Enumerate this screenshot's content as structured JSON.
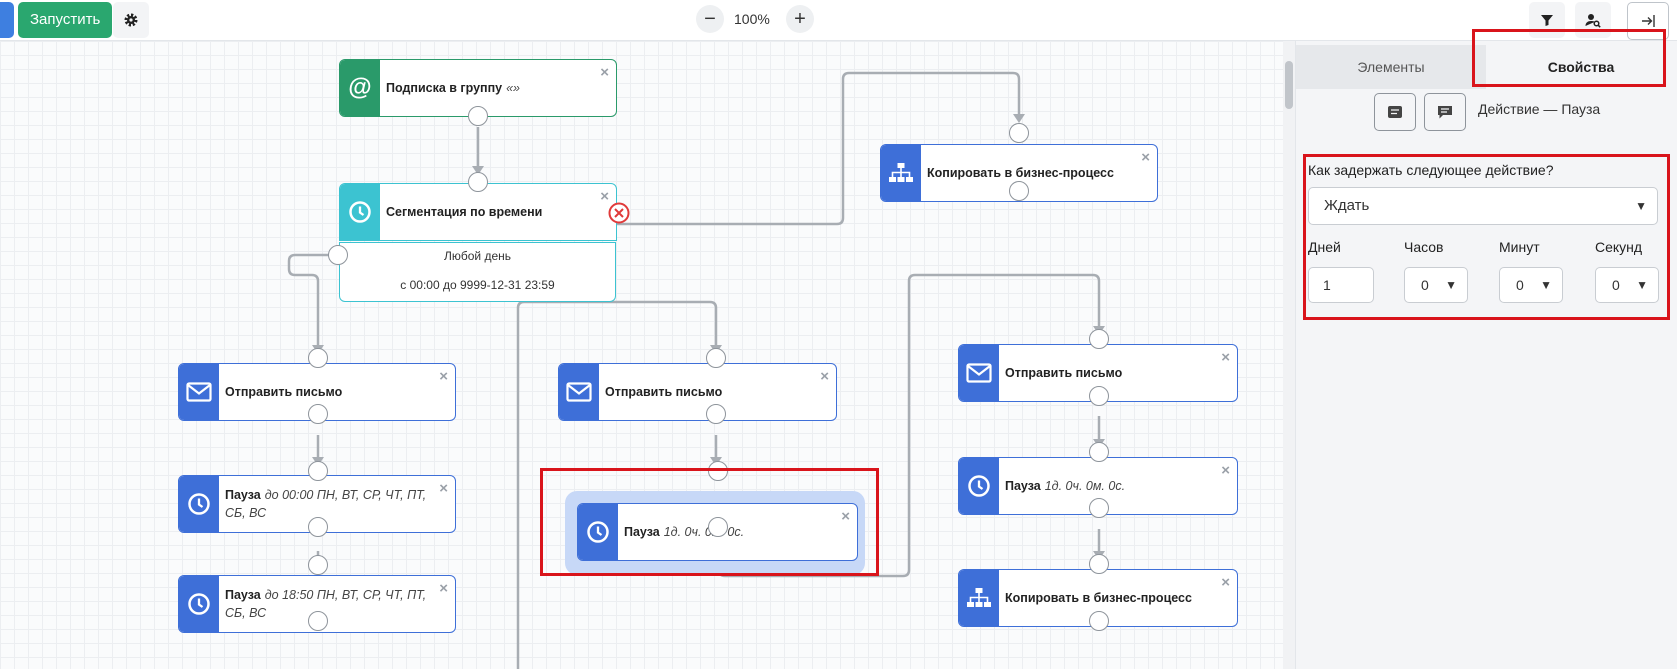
{
  "toolbar": {
    "run_label": "Запустить",
    "zoom_value": "100%",
    "zoom_out": "−",
    "zoom_in": "+"
  },
  "nodes": {
    "subscribe": {
      "title": "Подписка в группу",
      "detail": "«»"
    },
    "segmentation": {
      "title": "Сегментация по времени",
      "day": "Любой день",
      "range": "с 00:00 до 9999-12-31 23:59"
    },
    "copy_top": {
      "title": "Копировать в бизнес-процесс"
    },
    "send_left": {
      "title": "Отправить письмо"
    },
    "send_mid": {
      "title": "Отправить письмо"
    },
    "send_right": {
      "title": "Отправить письмо"
    },
    "pause_left_1": {
      "title": "Пауза",
      "detail": "до 00:00 ПН, ВТ, СР, ЧТ, ПТ, СБ, ВС"
    },
    "pause_left_2": {
      "title": "Пауза",
      "detail": "до 18:50 ПН, ВТ, СР, ЧТ, ПТ, СБ, ВС"
    },
    "pause_mid": {
      "title": "Пауза",
      "detail": "1д. 0ч. 0м. 0с."
    },
    "pause_right": {
      "title": "Пауза",
      "detail": "1д. 0ч. 0м. 0с."
    },
    "copy_bottom": {
      "title": "Копировать в бизнес-процесс"
    },
    "close_glyph": "×"
  },
  "panel": {
    "tabs": [
      {
        "label": "Элементы",
        "active": false
      },
      {
        "label": "Свойства",
        "active": true
      }
    ],
    "action_title": "Действие — Пауза",
    "question": "Как задержать следующее действие?",
    "mode_selected": "Ждать",
    "units": [
      {
        "label": "Дней",
        "value": "1"
      },
      {
        "label": "Часов",
        "value": "0"
      },
      {
        "label": "Минут",
        "value": "0"
      },
      {
        "label": "Секунд",
        "value": "0"
      }
    ]
  },
  "colors": {
    "run_button": "#2aa76f",
    "node_blue": "#3e6fd8",
    "node_green": "#2a9a6a",
    "node_teal": "#3cc3d1",
    "highlight": "#d9141b",
    "error": "#e03a3a"
  },
  "icons": {
    "settings": "gear-icon",
    "filter": "filter-icon",
    "user_search": "user-search-icon",
    "exit": "exit-panel-icon",
    "email": "envelope-icon",
    "clock": "clock-icon",
    "hierarchy": "hierarchy-icon",
    "at": "at-sign-icon"
  }
}
